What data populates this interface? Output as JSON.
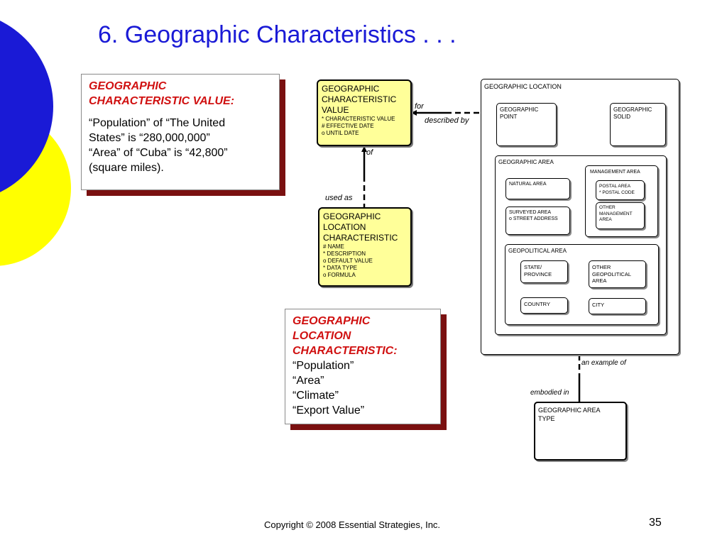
{
  "title": "6.  Geographic Characteristics . . .",
  "note_value": {
    "heading": [
      "GEOGRAPHIC",
      "CHARACTERISTIC VALUE:"
    ],
    "lines": [
      "“Population” of “The United",
      "States” is “280,000,000”",
      "“Area” of “Cuba” is “42,800”",
      "(square miles)."
    ]
  },
  "note_characteristic": {
    "heading": [
      "GEOGRAPHIC",
      "LOCATION",
      "CHARACTERISTIC:"
    ],
    "lines": [
      "“Population”",
      "“Area”",
      "“Climate”",
      "“Export Value”"
    ]
  },
  "entity_value": {
    "name": [
      "GEOGRAPHIC",
      "CHARACTERISTIC",
      "VALUE"
    ],
    "attributes": [
      "*  CHARACTERISTIC VALUE",
      "#  EFFECTIVE DATE",
      "o  UNTIL DATE"
    ]
  },
  "entity_characteristic": {
    "name": [
      "GEOGRAPHIC",
      "LOCATION",
      "CHARACTERISTIC"
    ],
    "attributes": [
      "#  NAME",
      "*  DESCRIPTION",
      "o  DEFAULT VALUE",
      "*  DATA TYPE",
      "o  FORMULA"
    ]
  },
  "location": {
    "title": "GEOGRAPHIC LOCATION",
    "point": [
      "GEOGRAPHIC",
      "POINT"
    ],
    "solid": [
      "GEOGRAPHIC",
      "SOLID"
    ],
    "area": {
      "title": "GEOGRAPHIC AREA",
      "natural": "NATURAL AREA",
      "surveyed": "SURVEYED AREA",
      "surveyed_attr": "o  STREET ADDRESS",
      "management": {
        "title": "MANAGEMENT AREA",
        "postal": "POSTAL AREA",
        "postal_attr": "*  POSTAL CODE",
        "other": [
          "OTHER",
          "MANAGEMENT",
          "AREA"
        ]
      },
      "geopolitical": {
        "title": "GEOPOLITICAL AREA",
        "state": [
          "STATE/",
          "PROVINCE"
        ],
        "other": [
          "OTHER",
          "GEOPOLITICAL",
          "AREA"
        ],
        "country": "COUNTRY",
        "city": "CITY"
      }
    }
  },
  "area_type": [
    "GEOGRAPHIC AREA",
    "TYPE"
  ],
  "relationships": {
    "for": "for",
    "described_by": "described by",
    "of": "of",
    "used_as": "used as",
    "an_example_of": "an example of",
    "embodied_in": "embodied in"
  },
  "footer": "Copyright © 2008 Essential Strategies, Inc.",
  "page_number": "35",
  "colors": {
    "blue": "#1a1ad6",
    "yellow": "#ffff00",
    "red": "#d01010",
    "shadow": "#7a1010",
    "entity_fill": "#ffff99"
  }
}
